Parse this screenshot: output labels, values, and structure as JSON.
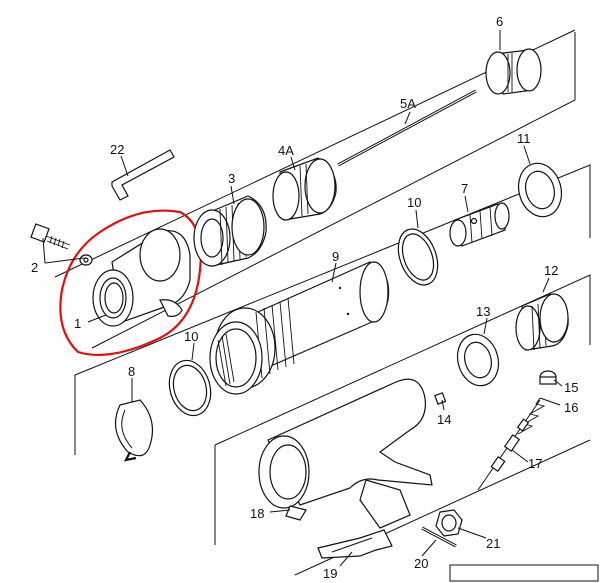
{
  "diagram": {
    "highlight_color": "#e01010",
    "line_color": "#111111",
    "labels": {
      "p1": "1",
      "p2": "2",
      "p3": "3",
      "p4a": "4A",
      "p5a": "5A",
      "p6": "6",
      "p7": "7",
      "p8": "8",
      "p9": "9",
      "p10a": "10",
      "p10b": "10",
      "p11": "11",
      "p12": "12",
      "p13": "13",
      "p14": "14",
      "p15": "15",
      "p16": "16",
      "p17": "17",
      "p18": "18",
      "p19": "19",
      "p20": "20",
      "p21": "21",
      "p22": "22"
    }
  }
}
